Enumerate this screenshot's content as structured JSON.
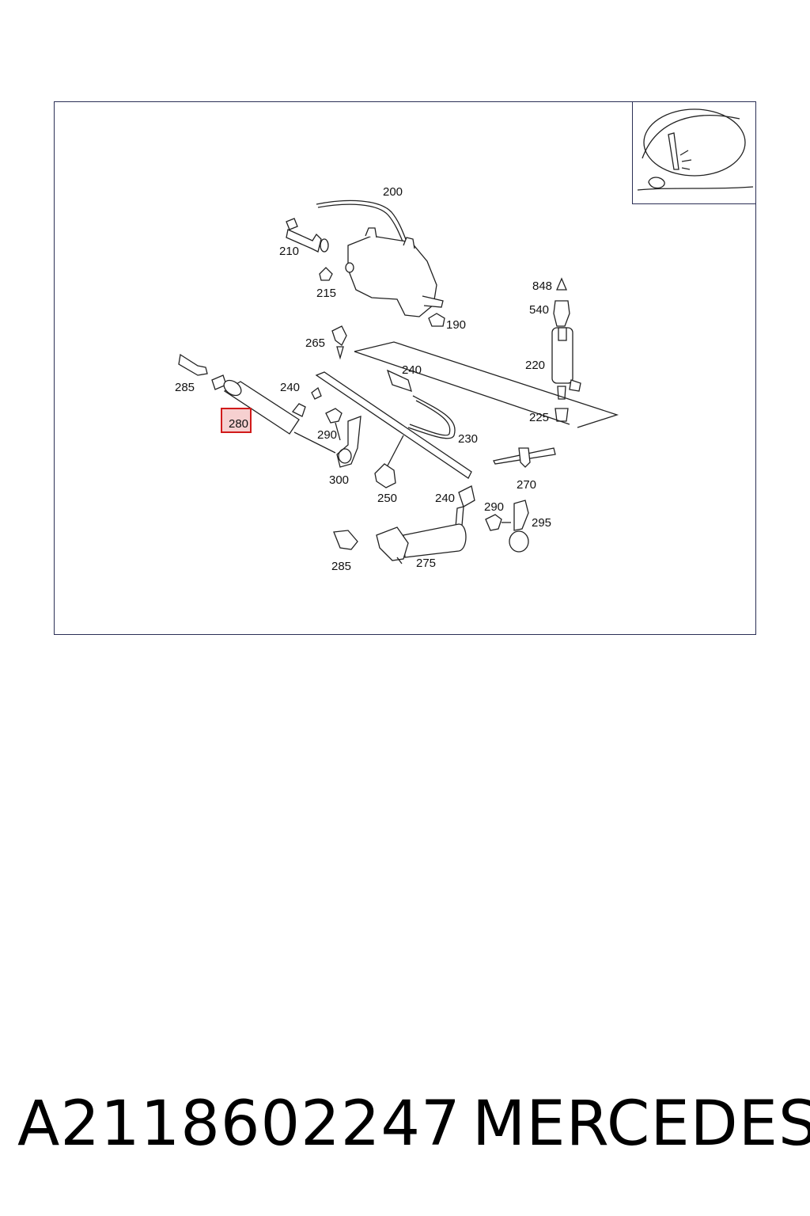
{
  "part_number": "A2118602247",
  "brand": "MERCEDES",
  "highlighted_callout": "280",
  "callouts": {
    "c200": "200",
    "c210": "210",
    "c215": "215",
    "c190": "190",
    "c848": "848",
    "c540": "540",
    "c220": "220",
    "c225": "225",
    "c265": "265",
    "c240a": "240",
    "c285a": "285",
    "c240b": "240",
    "c280": "280",
    "c290a": "290",
    "c300": "300",
    "c230": "230",
    "c250": "250",
    "c270": "270",
    "c240c": "240",
    "c290b": "290",
    "c295": "295",
    "c285b": "285",
    "c275": "275"
  },
  "colors": {
    "line": "#222222",
    "frame": "#2b2f55",
    "highlight_stroke": "#d11a1a",
    "highlight_fill": "#f6d0d0"
  }
}
